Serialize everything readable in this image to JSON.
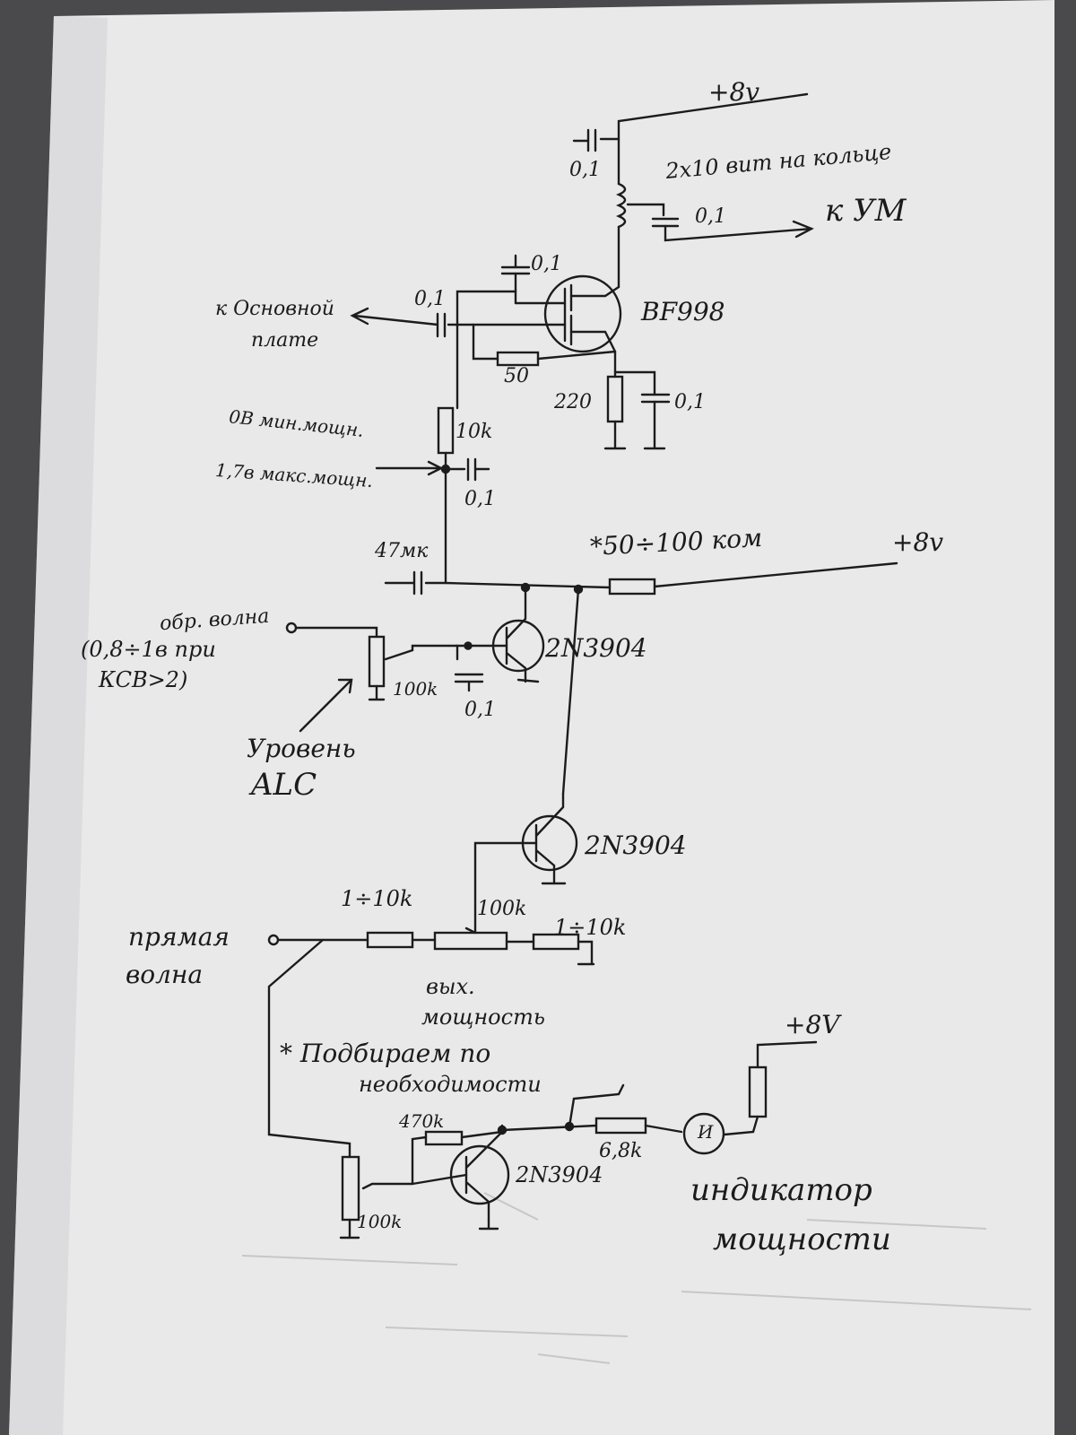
{
  "labels": {
    "supply_top": "+8v",
    "cap_top": "0,1",
    "coil_note": "2x10 вит на кольце",
    "cap_out": "0,1",
    "to_pa": "к УМ",
    "cap_gate2": "0,1",
    "to_main_board_1": "к Основной",
    "to_main_board_2": "плате",
    "cap_in": "0,1",
    "fet": "BF998",
    "r50": "50",
    "r220": "220",
    "cap_src": "0,1",
    "r10k": "10k",
    "v_min_power": "0В мин.мощн.",
    "v_max_power": "1,7в макс.мощн.",
    "cap_mid": "0,1",
    "cap_47": "47мк",
    "r_select": "*50÷100 ком",
    "supply_mid": "+8v",
    "reflected_wave": "обр. волна",
    "reflected_note_1": "(0,8÷1в при",
    "reflected_note_2": "КСВ>2)",
    "pot_100k_alc": "100k",
    "cap_alc": "0,1",
    "q1": "2N3904",
    "alc_level_1": "Уровень",
    "alc_level_2": "ALC",
    "q2": "2N3904",
    "r_1_10k_a": "1÷10k",
    "pot_100k_out": "100k",
    "r_1_10k_b": "1÷10k",
    "forward_wave_1": "прямая",
    "forward_wave_2": "волна",
    "out_power_1": "вых.",
    "out_power_2": "мощность",
    "select_note_1": "* Подбираем по",
    "select_note_2": "необходимости",
    "supply_bottom": "+8V",
    "r470k": "470k",
    "q3": "2N3904",
    "pot_68k": "6,8k",
    "pot_100k_bottom": "100k",
    "meter": "И",
    "meter_label_1": "индикатор",
    "meter_label_2": "мощности"
  }
}
